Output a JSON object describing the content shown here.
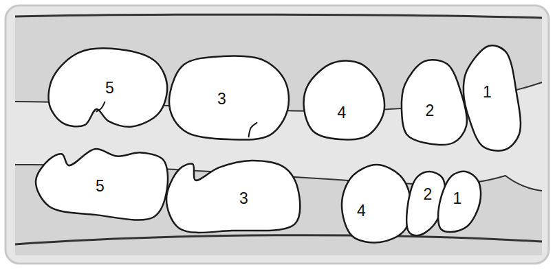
{
  "diagram": {
    "nodes": [
      {
        "text": [
          "5"
        ]
      },
      {
        "text": [
          "3"
        ]
      },
      {
        "text": [
          "4"
        ]
      },
      {
        "text": [
          "2"
        ]
      },
      {
        "text": [
          "1"
        ]
      },
      {
        "text": [
          "5"
        ]
      },
      {
        "text": [
          "3"
        ]
      },
      {
        "text": [
          "4"
        ]
      },
      {
        "text": [
          "2"
        ]
      },
      {
        "text": [
          "1"
        ]
      }
    ]
  }
}
